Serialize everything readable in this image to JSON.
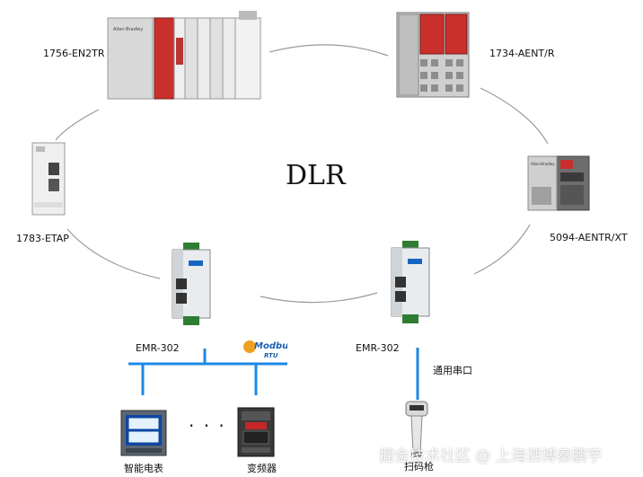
{
  "diagram": {
    "title": "DLR",
    "devices": {
      "plc_rack": {
        "label": "1756-EN2TR"
      },
      "io_adapter": {
        "label": "1734-AENT/R"
      },
      "flex_adapter": {
        "label": "5094-AENTR/XT"
      },
      "etap": {
        "label": "1783-ETAP"
      },
      "gateway_left": {
        "label": "EMR-302"
      },
      "gateway_right": {
        "label": "EMR-302"
      },
      "power_meter": {
        "label": "智能电表"
      },
      "vfd": {
        "label": "变频器"
      },
      "scanner": {
        "label": "扫码枪"
      }
    },
    "protocol_logo": {
      "line1": "Modbus",
      "line2": "RTU"
    },
    "serial_label": "通用串口",
    "ellipsis": "· · ·"
  },
  "watermark": "掘金技术社区 @ 上海泗博秦鹏宇",
  "colors": {
    "bus_blue": "#1e88e5",
    "ring_gray": "#9a9a9a",
    "modbus_orange": "#f0a020",
    "modbus_blue": "#1a5fb4"
  }
}
